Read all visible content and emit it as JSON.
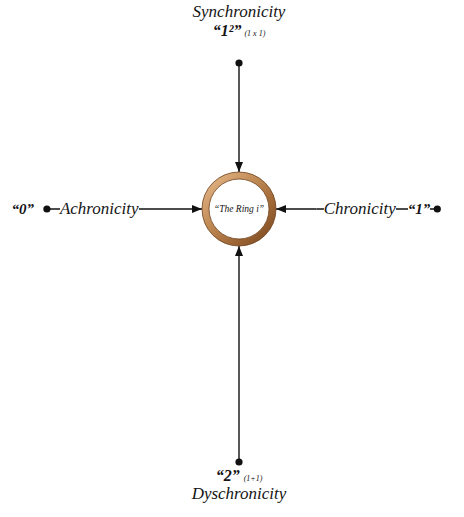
{
  "diagram": {
    "nodes": [
      {
        "text": [
          "Synchronicity",
          "“1²”",
          "(1 x 1)"
        ]
      },
      {
        "text": [
          "“0”",
          "Achronicity"
        ]
      },
      {
        "text": [
          "“The Ring i”"
        ]
      },
      {
        "text": [
          "Chronicity",
          "“1”"
        ]
      },
      {
        "text": [
          "“2”",
          "(1+1)",
          "Dyschronicity"
        ]
      }
    ],
    "edges": [
      {
        "from": 0,
        "to": 2,
        "arrow": "to"
      },
      {
        "from": 1,
        "to": 2,
        "arrow": "to"
      },
      {
        "from": 3,
        "to": 2,
        "arrow": "to"
      },
      {
        "from": 4,
        "to": 2,
        "arrow": "to"
      }
    ]
  }
}
